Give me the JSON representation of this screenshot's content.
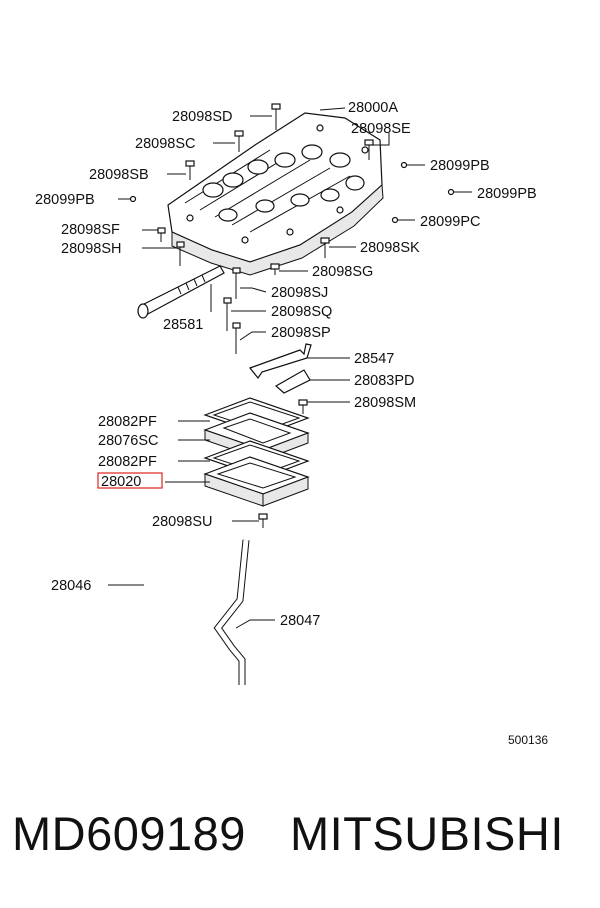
{
  "labels": {
    "l28098SD": "28098SD",
    "l28000A": "28000A",
    "l28098SC": "28098SC",
    "l28098SE": "28098SE",
    "l28098SB": "28098SB",
    "l28099PB_a": "28099PB",
    "l28099PB_b": "28099PB",
    "l28099PB_c": "28099PB",
    "l28099PC": "28099PC",
    "l28098SF": "28098SF",
    "l28098SH": "28098SH",
    "l28098SK": "28098SK",
    "l28098SG": "28098SG",
    "l28098SJ": "28098SJ",
    "l28581": "28581",
    "l28098SQ": "28098SQ",
    "l28098SP": "28098SP",
    "l28547": "28547",
    "l28083PD": "28083PD",
    "l28098SM": "28098SM",
    "l28082PF_a": "28082PF",
    "l28076SC": "28076SC",
    "l28082PF_b": "28082PF",
    "l28020": "28020",
    "l28098SU": "28098SU",
    "l28046": "28046",
    "l28047": "28047"
  },
  "diagram_ref": "500136",
  "highlight_color": "#e0322f",
  "footer": {
    "part_number": "MD609189",
    "brand": "MITSUBISHI"
  }
}
